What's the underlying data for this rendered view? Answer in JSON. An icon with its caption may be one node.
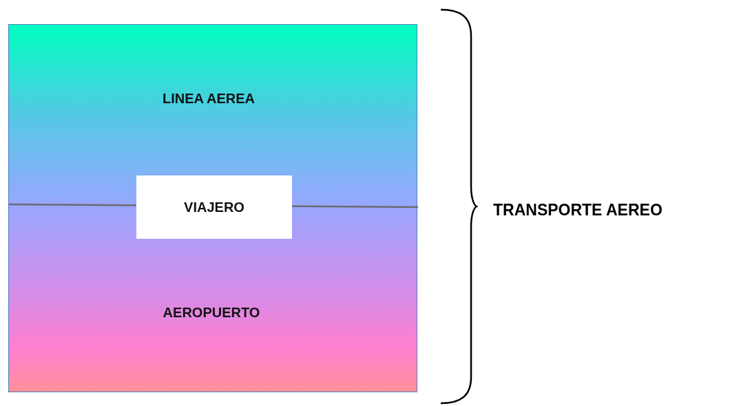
{
  "diagram": {
    "nodes": [
      {
        "text": [
          "LINEA AEREA",
          "AEROPUERTO"
        ]
      },
      {
        "text": [
          "VIAJERO"
        ],
        "in": 0
      }
    ],
    "labels": [
      "TRANSPORTE AEREO"
    ]
  }
}
